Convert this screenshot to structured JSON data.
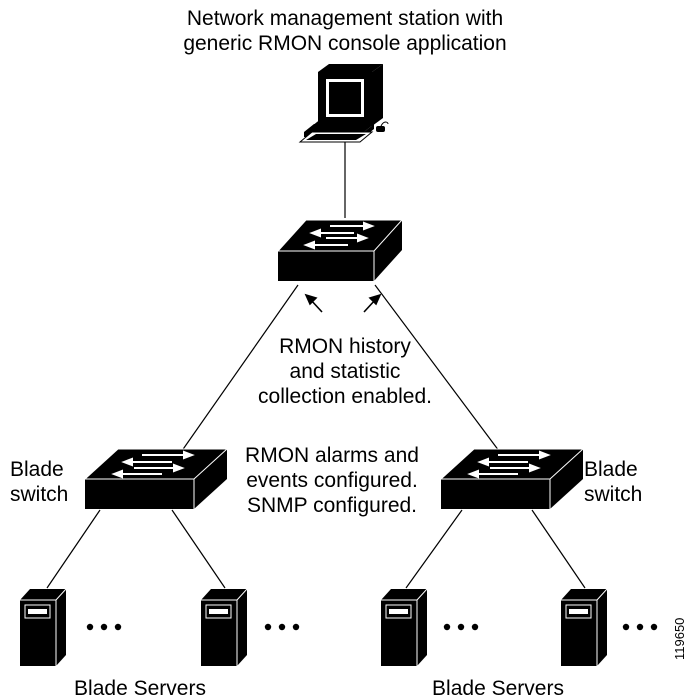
{
  "station": {
    "label_line1": "Network management station with",
    "label_line2": "generic RMON console application"
  },
  "rmon_core": {
    "line1": "RMON history",
    "line2": "and statistic",
    "line3": "collection enabled."
  },
  "rmon_edge": {
    "line1": "RMON alarms and",
    "line2": "events configured.",
    "line3": "SNMP configured."
  },
  "left_switch": {
    "line1": "Blade",
    "line2": "switch"
  },
  "right_switch": {
    "line1": "Blade",
    "line2": "switch"
  },
  "left_group": {
    "label": "Blade Servers"
  },
  "right_group": {
    "label": "Blade Servers"
  },
  "figure_id": "119650",
  "icons": [
    "workstation-icon",
    "switch-icon",
    "server-icon",
    "ellipsis-icon",
    "arrow-icon"
  ]
}
